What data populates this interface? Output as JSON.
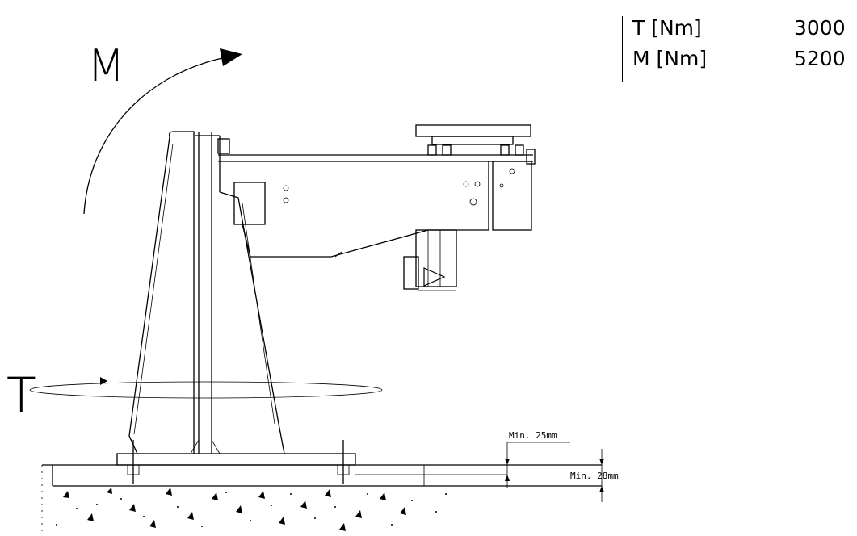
{
  "specs": {
    "rows": [
      {
        "key": "T [Nm]",
        "value": "3000"
      },
      {
        "key": "M [Nm]",
        "value": "5200"
      }
    ]
  },
  "labels": {
    "moment_letter": "M",
    "torque_letter": "T",
    "dim_25": "Min. 25mm",
    "dim_28": "Min. 28mm"
  }
}
